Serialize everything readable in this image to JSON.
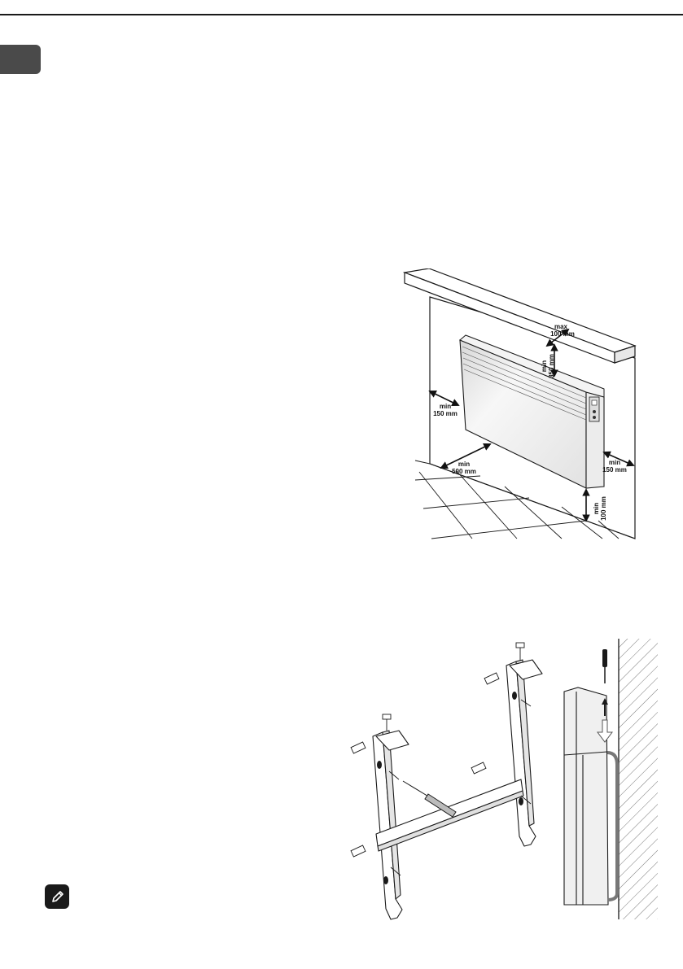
{
  "clearances": {
    "top_shelf": {
      "line1": "max",
      "line2": "100 mm"
    },
    "above_heater": {
      "line1": "min",
      "line2": "350 mm"
    },
    "left_side": {
      "line1": "min",
      "line2": "150 mm"
    },
    "right_side": {
      "line1": "min",
      "line2": "150 mm"
    },
    "front": {
      "line1": "min",
      "line2": "500 mm"
    },
    "floor": {
      "line1": "min",
      "line2": "100 mm"
    }
  },
  "icons": {
    "language_tab": "language-tab",
    "note": "pencil-icon",
    "screwdriver": "screwdriver-icon"
  },
  "colors": {
    "tab": "#4a4a4a",
    "line": "#1a1a1a",
    "panel_fill": "#f0f0f0"
  }
}
